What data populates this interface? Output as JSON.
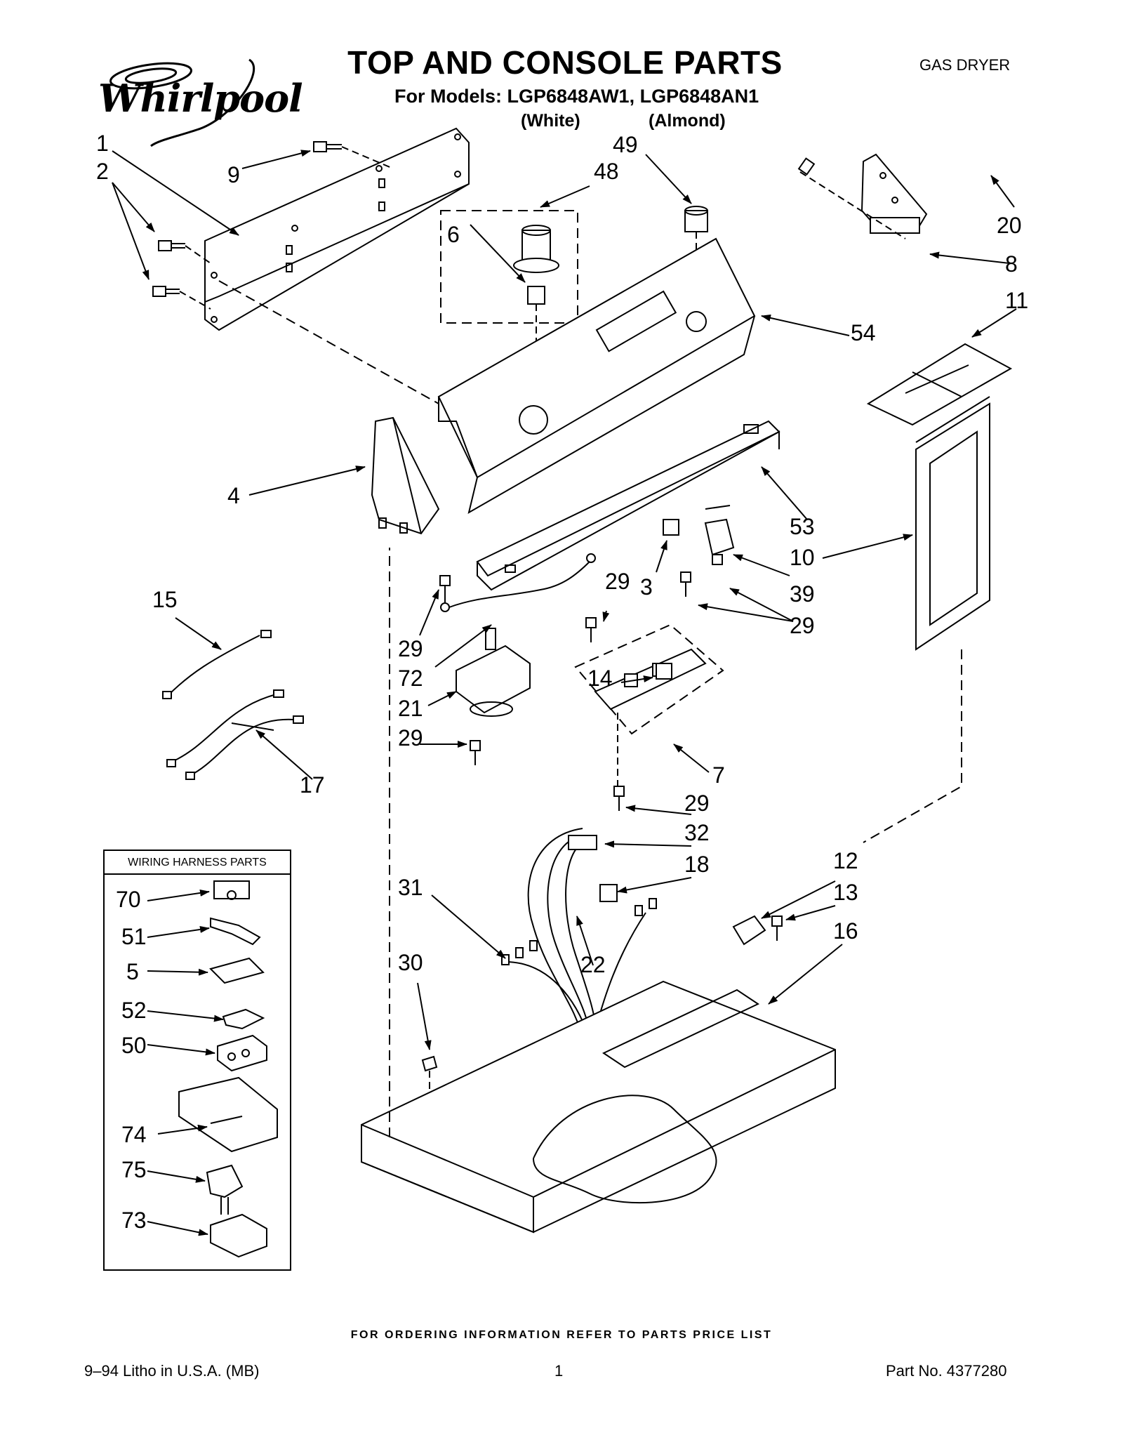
{
  "header": {
    "brand": "Whirlpool",
    "title": "TOP AND CONSOLE PARTS",
    "models_line": "For Models: LGP6848AW1, LGP6848AN1",
    "variant_white": "(White)",
    "variant_almond": "(Almond)",
    "doc_type": "GAS DRYER"
  },
  "harness_box": {
    "title": "WIRING HARNESS PARTS",
    "callouts": [
      "70",
      "51",
      "5",
      "52",
      "50",
      "74",
      "75",
      "73"
    ]
  },
  "callouts": [
    "1",
    "2",
    "9",
    "48",
    "49",
    "6",
    "20",
    "8",
    "11",
    "54",
    "4",
    "53",
    "10",
    "15",
    "29",
    "3",
    "39",
    "29",
    "29",
    "72",
    "21",
    "14",
    "29",
    "17",
    "7",
    "29",
    "32",
    "18",
    "12",
    "31",
    "13",
    "16",
    "30",
    "22"
  ],
  "footer": {
    "order_note": "FOR ORDERING INFORMATION REFER TO PARTS PRICE LIST",
    "litho": "9–94 Litho in U.S.A. (MB)",
    "page": "1",
    "part_no": "Part No. 4377280"
  }
}
